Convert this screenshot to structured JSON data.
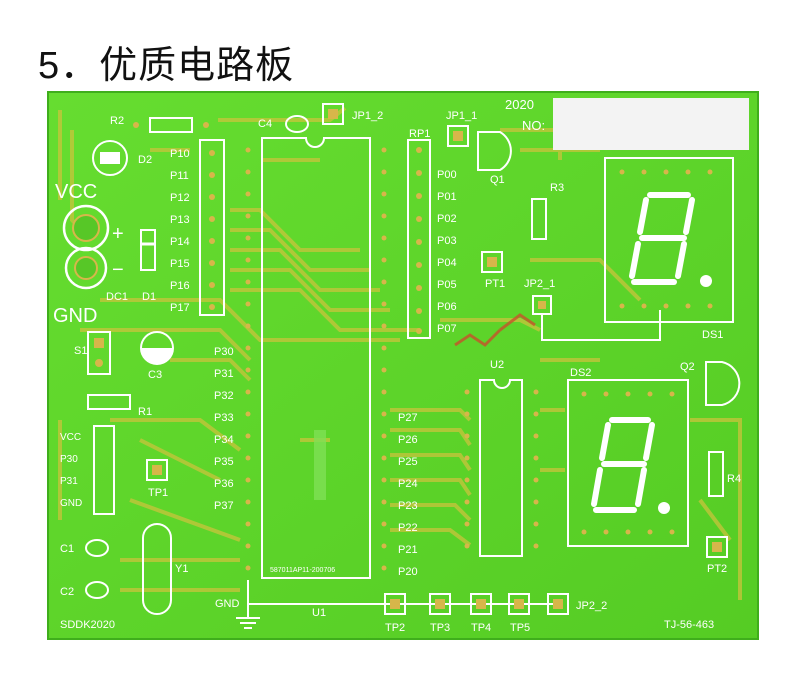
{
  "heading": "5．优质电路板",
  "colors": {
    "board": "#5fd62c",
    "trace": "#c8c83a",
    "copper": "#d7b64a",
    "silk": "#ffffff",
    "red": "#c84b2a"
  },
  "board": {
    "year": "2020",
    "no_label": "NO:",
    "left_code": "SDDK2020",
    "right_code": "TJ-56-463",
    "chip_code": "587011AP11-200706"
  },
  "labels": {
    "r2": "R2",
    "c4": "C4",
    "jp1_2": "JP1_2",
    "jp1_1": "JP1_1",
    "rp1": "RP1",
    "d2": "D2",
    "vcc": "VCC",
    "plus": "+",
    "minus": "−",
    "gnd": "GND",
    "dc1": "DC1",
    "d1": "D1",
    "s1": "S1",
    "c3": "C3",
    "r1": "R1",
    "tp1": "TP1",
    "c1": "C1",
    "c2": "C2",
    "y1": "Y1",
    "q1": "Q1",
    "r3": "R3",
    "pt1": "PT1",
    "jp2_1": "JP2_1",
    "ds1": "DS1",
    "ds2": "DS2",
    "q2": "Q2",
    "r4": "R4",
    "pt2": "PT2",
    "u1": "U1",
    "u2": "U2",
    "gnd_bottom": "GND",
    "tp2": "TP2",
    "tp3": "TP3",
    "tp4": "TP4",
    "tp5": "TP5",
    "jp2_2": "JP2_2",
    "hdr_vcc": "VCC",
    "hdr_p30": "P30",
    "hdr_p31": "P31",
    "hdr_gnd": "GND"
  },
  "pins_left": [
    "P10",
    "P11",
    "P12",
    "P13",
    "P14",
    "P15",
    "P16",
    "P17"
  ],
  "pins_right": [
    "P00",
    "P01",
    "P02",
    "P03",
    "P04",
    "P05",
    "P06",
    "P07"
  ],
  "pins_p3": [
    "P30",
    "P31",
    "P32",
    "P33",
    "P34",
    "P35",
    "P36",
    "P37"
  ],
  "pins_p2": [
    "P27",
    "P26",
    "P25",
    "P24",
    "P23",
    "P22",
    "P21",
    "P20"
  ]
}
